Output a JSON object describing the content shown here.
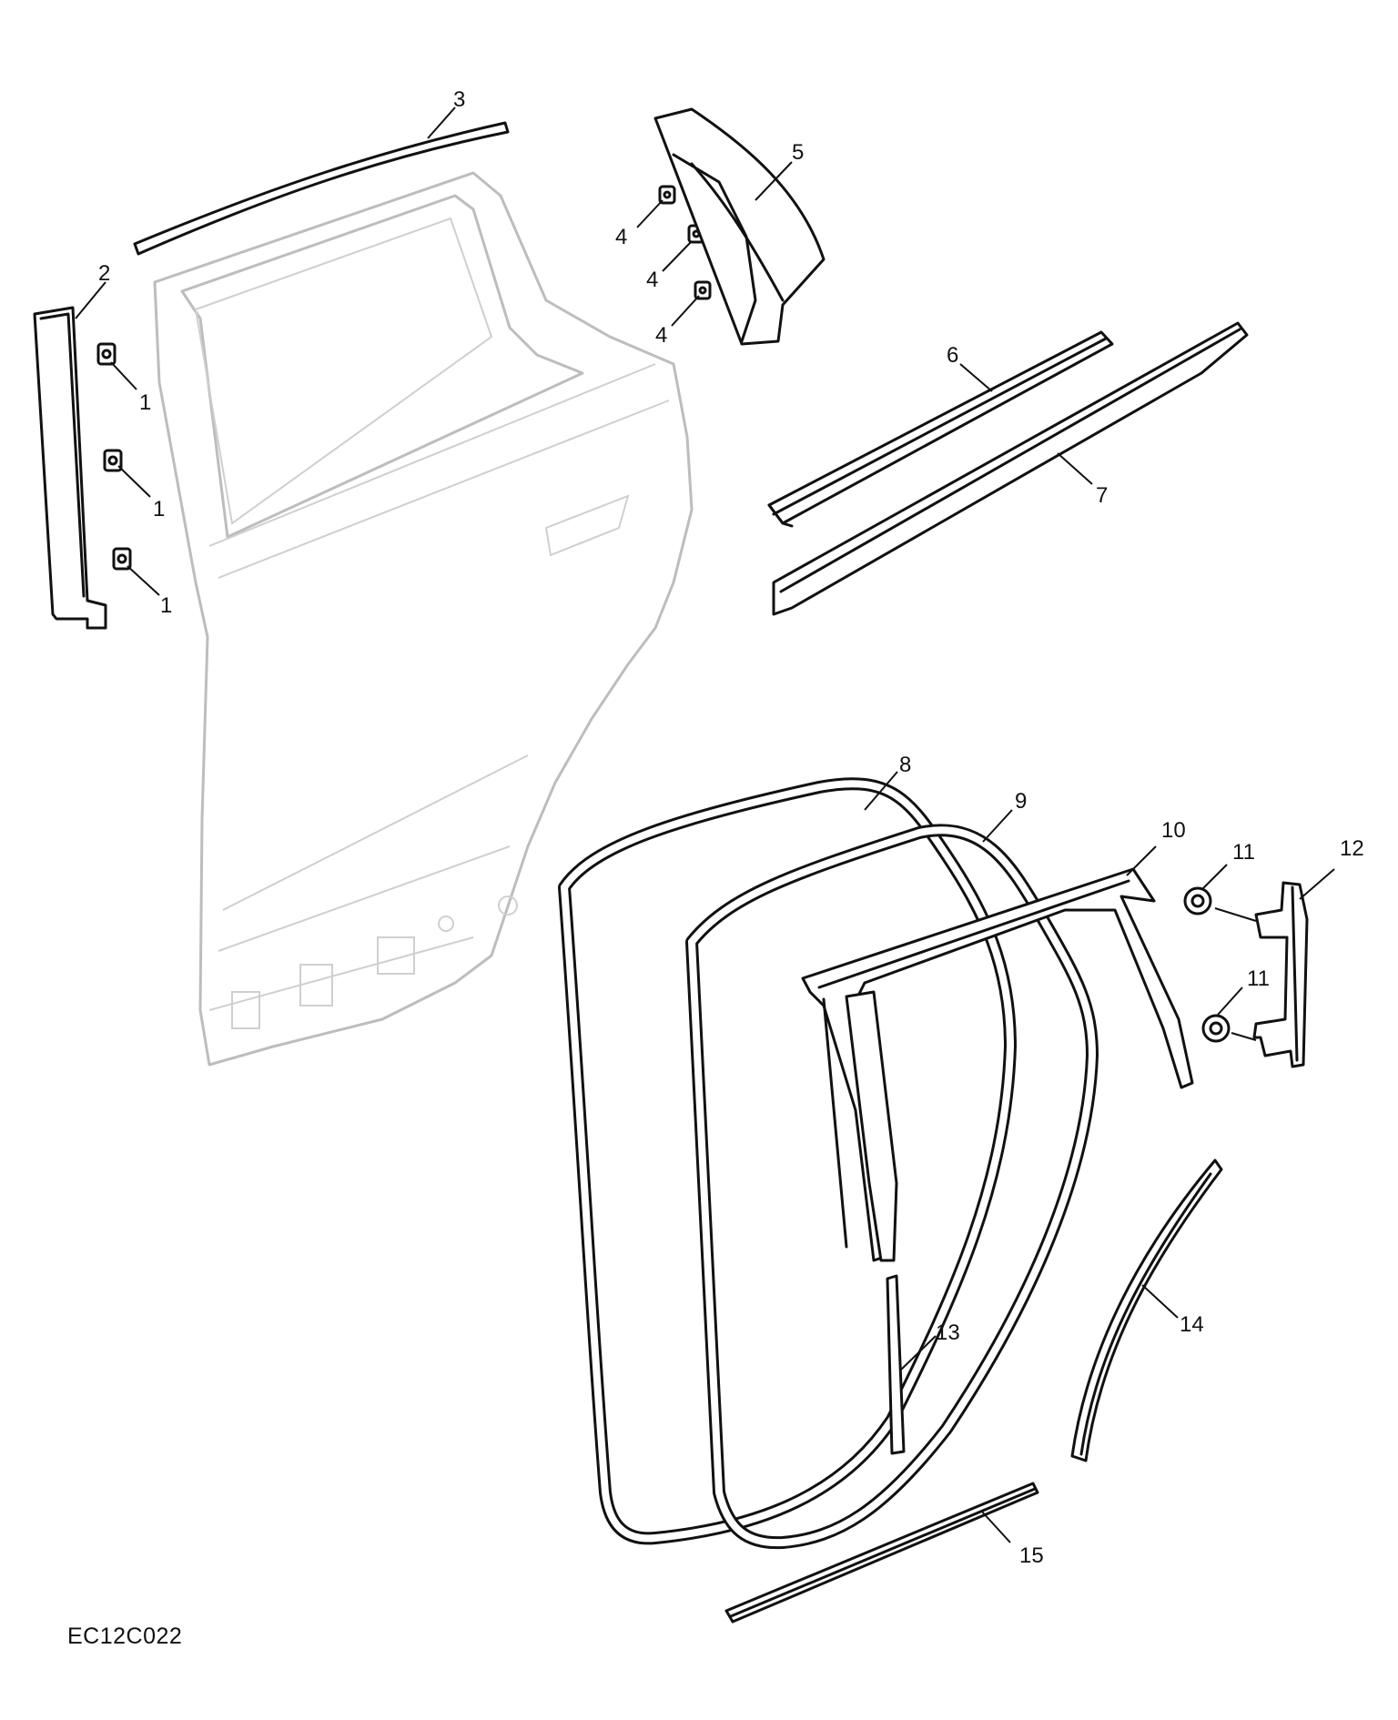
{
  "figure_code": "EC12C022",
  "callouts": {
    "c1a": "1",
    "c1b": "1",
    "c1c": "1",
    "c2": "2",
    "c3": "3",
    "c4a": "4",
    "c4b": "4",
    "c4c": "4",
    "c5": "5",
    "c6": "6",
    "c7": "7",
    "c8": "8",
    "c9": "9",
    "c10": "10",
    "c11a": "11",
    "c11b": "11",
    "c12": "12",
    "c13": "13",
    "c14": "14",
    "c15": "15"
  },
  "colors": {
    "line": "#111111",
    "ghost_door": "#bdbdbd",
    "background": "#ffffff"
  }
}
